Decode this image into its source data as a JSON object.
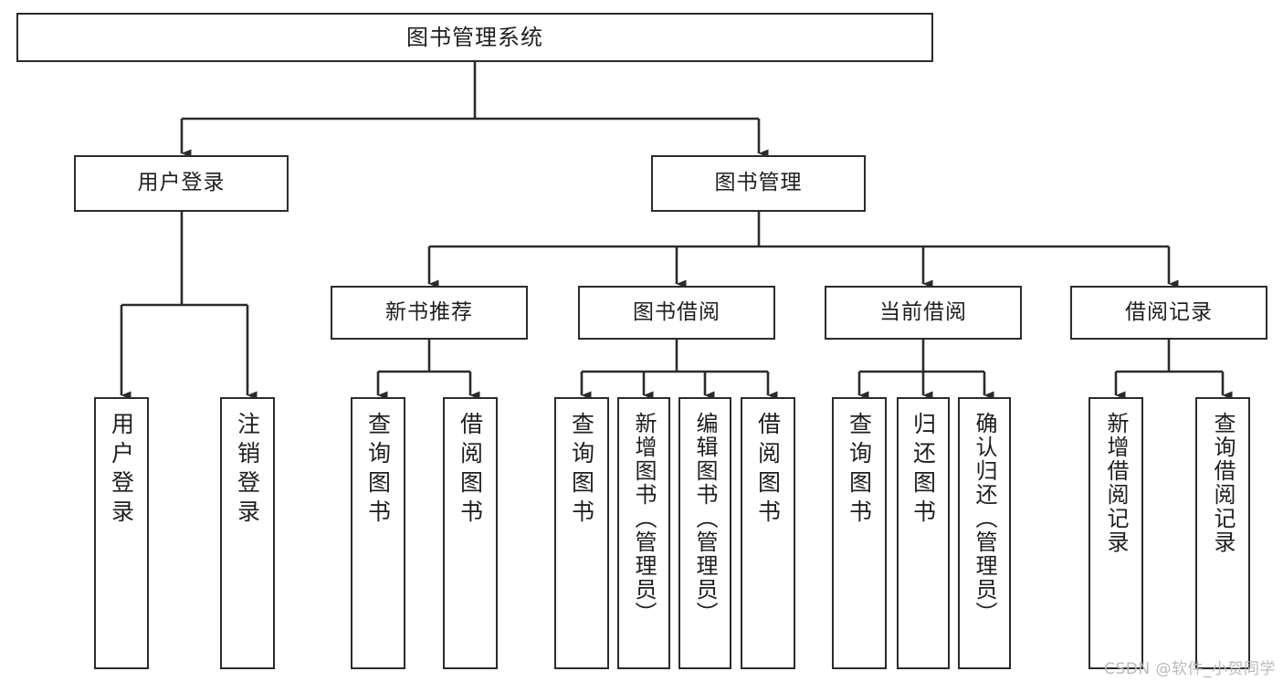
{
  "diagram": {
    "title": "图书管理系统",
    "type": "tree",
    "colors": {
      "box_border": "#2b2b2b",
      "box_fill": "#ffffff",
      "connector": "#2b2b2b",
      "text": "#1e1e1e",
      "watermark": "#b9b9b9"
    },
    "root": {
      "label": "图书管理系统"
    },
    "level2": [
      {
        "label": "用户登录"
      },
      {
        "label": "图书管理"
      }
    ],
    "level3": [
      {
        "label": "新书推荐"
      },
      {
        "label": "图书借阅"
      },
      {
        "label": "当前借阅"
      },
      {
        "label": "借阅记录"
      }
    ],
    "leaves": {
      "user_login": [
        {
          "label": "用户登录"
        },
        {
          "label": "注销登录"
        }
      ],
      "new_book": [
        {
          "label": "查询图书"
        },
        {
          "label": "借阅图书"
        }
      ],
      "book_borrow": [
        {
          "label": "查询图书"
        },
        {
          "label": "新增图书（管理员）"
        },
        {
          "label": "编辑图书（管理员）"
        },
        {
          "label": "借阅图书"
        }
      ],
      "current_borrow": [
        {
          "label": "查询图书"
        },
        {
          "label": "归还图书"
        },
        {
          "label": "确认归还（管理员）"
        }
      ],
      "borrow_record": [
        {
          "label": "新增借阅记录"
        },
        {
          "label": "查询借阅记录"
        }
      ]
    }
  },
  "watermark": {
    "text": "CSDN @软件_小贺同学"
  }
}
